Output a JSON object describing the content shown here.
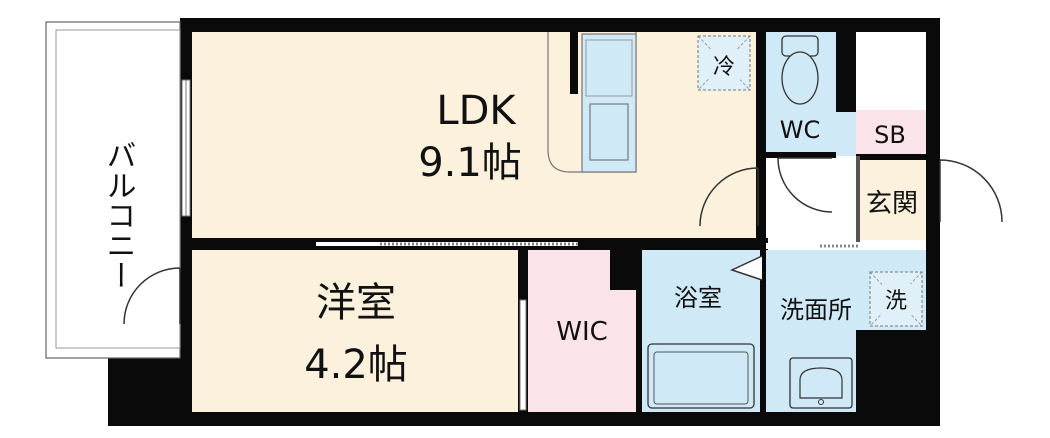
{
  "rooms": {
    "balcony": "バルコニー",
    "ldk": {
      "name": "LDK",
      "size": "9.1帖"
    },
    "western_room": {
      "name": "洋室",
      "size": "4.2帖"
    },
    "wic": "WIC",
    "wc": "WC",
    "sb": "SB",
    "entrance": "玄関",
    "bathroom": "浴室",
    "washroom": "洗面所"
  },
  "fixtures": {
    "fridge": "冷",
    "washer": "洗"
  },
  "colors": {
    "ldk": "#fbf1dc",
    "western_room": "#fbf1dc",
    "wic": "#fbe3ea",
    "wet_area": "#cfe9f6",
    "sb": "#fbe3ea",
    "entrance": "#fbf1dc",
    "wall": "#0a0a0a"
  }
}
